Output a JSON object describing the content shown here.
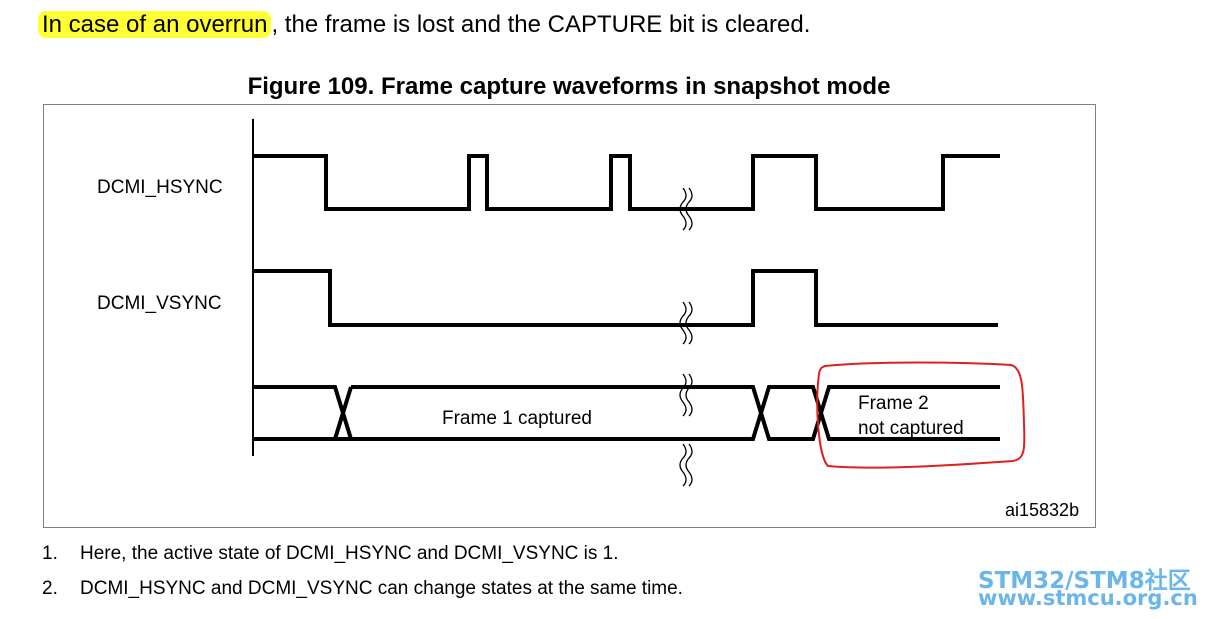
{
  "intro": {
    "highlight": "In case of an overrun",
    "rest": ", the frame is lost and the CAPTURE bit is cleared."
  },
  "figure": {
    "title": "Figure 109. Frame capture waveforms in snapshot mode",
    "signals": {
      "hsync": "DCMI_HSYNC",
      "vsync": "DCMI_VSYNC"
    },
    "frames": {
      "frame1": "Frame 1 captured",
      "frame2_line1": "Frame 2",
      "frame2_line2": "not captured"
    },
    "ref": "ai15832b",
    "colors": {
      "line": "#000000",
      "annotation": "#e02020",
      "highlight": "#ffff33"
    }
  },
  "notes": [
    {
      "num": "1.",
      "text": "Here, the active state of DCMI_HSYNC and DCMI_VSYNC is 1."
    },
    {
      "num": "2.",
      "text": "DCMI_HSYNC and DCMI_VSYNC can change states at the same time."
    }
  ],
  "watermark": {
    "line1": "STM32/STM8社区",
    "line2": "www.stmcu.org.cn",
    "color": "#6ab6e8"
  }
}
